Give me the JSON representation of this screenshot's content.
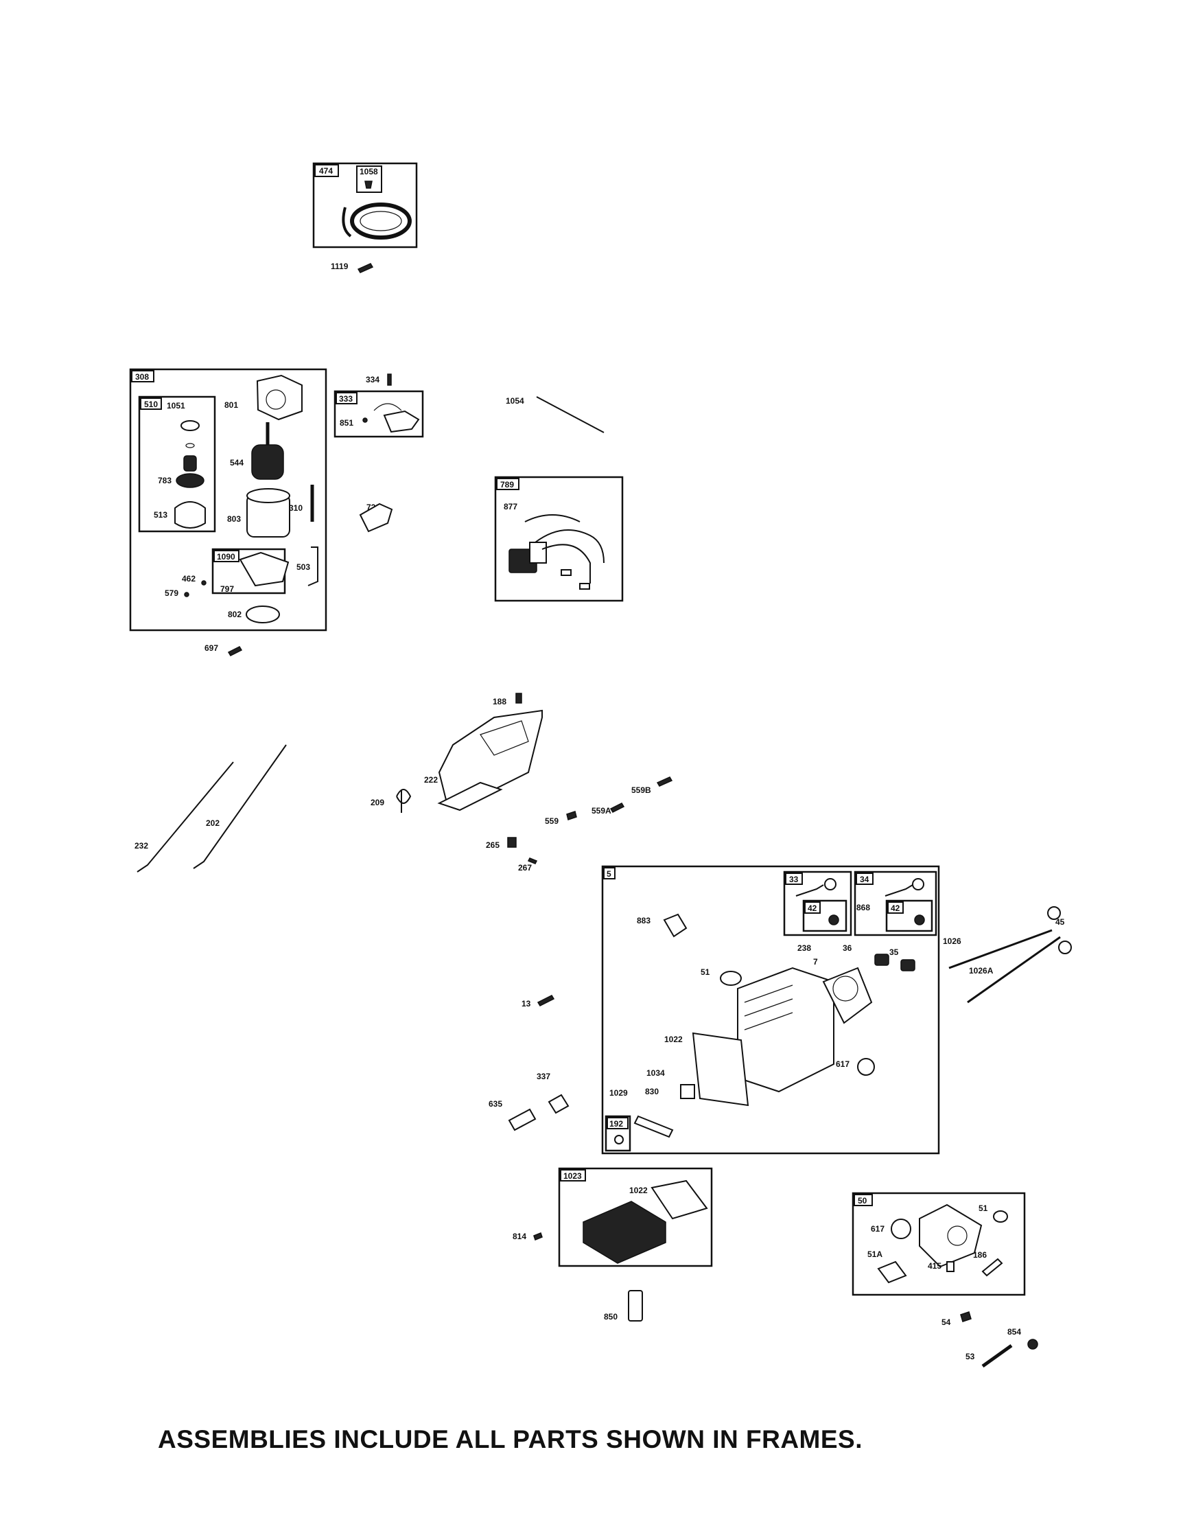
{
  "footer": {
    "note": "ASSEMBLIES INCLUDE ALL PARTS SHOWN IN FRAMES."
  },
  "frames": {
    "f474": "474",
    "f1058": "1058",
    "f308": "308",
    "f510": "510",
    "f1090": "1090",
    "f333": "333",
    "f789": "789",
    "f5": "5",
    "f33": "33",
    "f34": "34",
    "f42a": "42",
    "f42b": "42",
    "f192": "192",
    "f1023": "1023",
    "f50": "50"
  },
  "callouts": {
    "c1119": "1119",
    "c334": "334",
    "c1054": "1054",
    "c1051": "1051",
    "c801": "801",
    "c851": "851",
    "c544": "544",
    "c783": "783",
    "c513": "513",
    "c803": "803",
    "c310": "310",
    "c729": "729",
    "c877": "877",
    "c462": "462",
    "c579": "579",
    "c797": "797",
    "c503": "503",
    "c802": "802",
    "c697": "697",
    "c188": "188",
    "c222": "222",
    "c209": "209",
    "c559B": "559B",
    "c559A": "559A",
    "c559": "559",
    "c265": "265",
    "c267": "267",
    "c232": "232",
    "c202": "202",
    "c883": "883",
    "c868": "868",
    "c238": "238",
    "c36": "36",
    "c35": "35",
    "c7": "7",
    "c51": "51",
    "c1026": "1026",
    "c45": "45",
    "c1026A": "1026A",
    "c13": "13",
    "c1022": "1022",
    "c1034": "1034",
    "c617": "617",
    "c337": "337",
    "c635": "635",
    "c1029": "1029",
    "c830": "830",
    "c1022b": "1022",
    "c814": "814",
    "c850": "850",
    "c617b": "617",
    "c51b": "51",
    "c51A": "51A",
    "c415": "415",
    "c186": "186",
    "c54": "54",
    "c854": "854",
    "c53": "53"
  },
  "icons": [
    "ignition-armature-icon",
    "starter-motor-icon",
    "wiring-harness-icon",
    "control-bracket-icon",
    "cylinder-head-icon",
    "valve-cover-icon",
    "intake-manifold-icon",
    "sealant-tube-icon"
  ]
}
